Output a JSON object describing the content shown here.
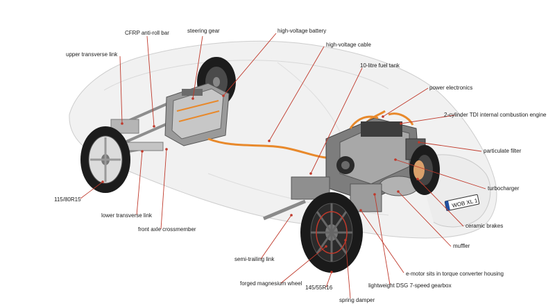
{
  "labels": {
    "cfrp_anti_roll_bar": "CFRP anti-roll bar",
    "steering_gear": "steering gear",
    "high_voltage_battery": "high-voltage battery",
    "high_voltage_cable": "high-voltage cable",
    "upper_transverse_link": "upper transverse link",
    "fuel_tank": "10-litre fuel tank",
    "power_electronics": "power electronics",
    "tdi_engine": "2-cylinder TDI internal combustion engine",
    "particulate_filter": "particulate filter",
    "turbocharger": "turbocharger",
    "ceramic_brakes": "ceramic brakes",
    "muffler": "muffler",
    "e_motor": "e-motor sits in torque converter housing",
    "dsg_gearbox": "lightweight DSG 7-speed gearbox",
    "spring_damper": "spring damper",
    "rear_tire": "145/55R16",
    "magnesium_wheel": "forged magnesium wheel",
    "semi_trailing_link": "semi-trailing link",
    "front_axle_crossmember": "front axle crossmember",
    "lower_transverse_link": "lower transverse link",
    "front_tire": "115/80R15"
  },
  "plate_text": "WOB XL 1",
  "colors": {
    "leader_line": "#c0392b",
    "hv_cable": "#e8892b",
    "body_outline": "#cfcfcf",
    "tire": "#1c1c1c"
  }
}
